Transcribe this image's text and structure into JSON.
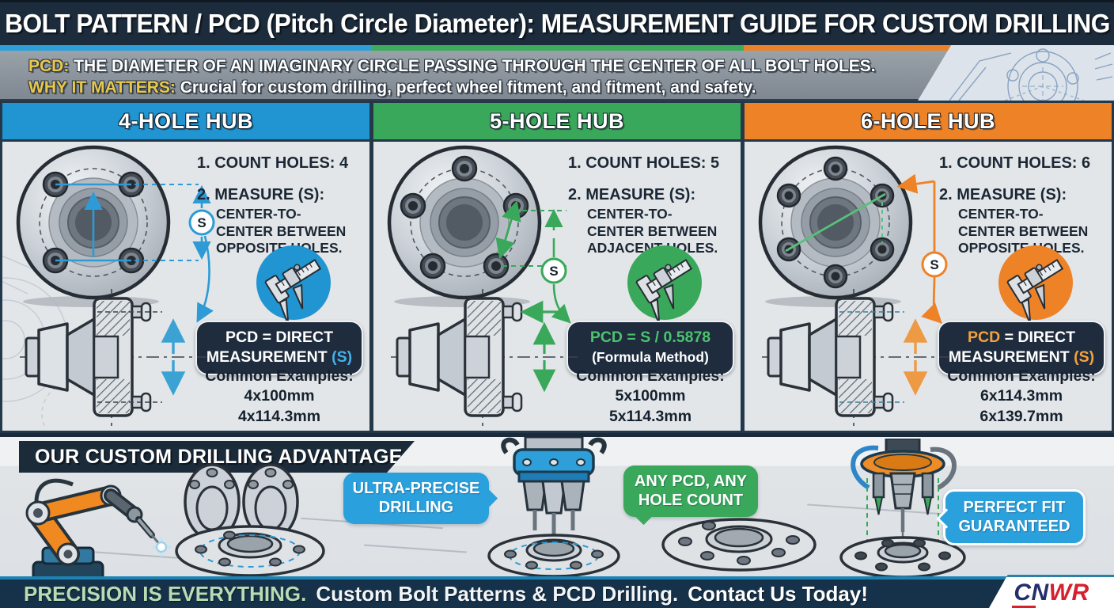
{
  "header": {
    "title": "BOLT PATTERN / PCD (Pitch Circle Diameter): MEASUREMENT GUIDE FOR CUSTOM DRILLING"
  },
  "intro": {
    "pcd_label": "PCD:",
    "pcd_text": " THE DIAMETER OF AN IMAGINARY CIRCLE PASSING THROUGH THE CENTER OF ALL BOLT HOLES.",
    "why_label": "WHY IT MATTERS:",
    "why_text": " Crucial for custom drilling, perfect wheel fitment, and fitment, and safety."
  },
  "columns": [
    {
      "title": "4-HOLE HUB",
      "step1": "1. COUNT HOLES: 4",
      "step2_title": "2. MEASURE (S):",
      "step2_body": "CENTER-TO-CENTER BETWEEN OPPOSITE HOLES.",
      "s_marker": "S",
      "f1a": "PCD = DIRECT",
      "f1b": "",
      "f2a": "MEASUREMENT ",
      "f2b": "(S)",
      "examples_title": "Common Examples:",
      "examples": [
        "4x100mm",
        "4x114.3mm"
      ]
    },
    {
      "title": "5-HOLE HUB",
      "step1": "1. COUNT HOLES: 5",
      "step2_title": "2. MEASURE (S):",
      "step2_body": "CENTER-TO-CENTER BETWEEN ADJACENT HOLES.",
      "s_marker": "S",
      "f1a": "PCD = S / 0.5878",
      "f1b": "",
      "f2a": "(Formula Method)",
      "f2b": "",
      "examples_title": "Common Examples:",
      "examples": [
        "5x100mm",
        "5x114.3mm"
      ]
    },
    {
      "title": "6-HOLE HUB",
      "step1": "1. COUNT HOLES: 6",
      "step2_title": "2. MEASURE (S):",
      "step2_body": "CENTER-TO-CENTER BETWEEN OPPOSITE HOLES.",
      "s_marker": "S",
      "f1a": "PCD",
      "f1b": " = DIRECT",
      "f2a": "MEASUREMENT ",
      "f2b": "(S)",
      "examples_title": "Common Examples:",
      "examples": [
        "6x114.3mm",
        "6x139.7mm"
      ]
    }
  ],
  "advantage": {
    "banner": "OUR CUSTOM DRILLING ADVANTAGE:",
    "bubble1": "ULTRA-PRECISE DRILLING",
    "bubble2": "ANY PCD, ANY HOLE COUNT",
    "bubble3": "PERFECT FIT GUARANTEED"
  },
  "footer": {
    "tagline_accent": "PRECISION IS EVERYTHING.",
    "tagline_main": "Custom Bolt Patterns & PCD Drilling.",
    "cta": "Contact Us Today!",
    "logo": {
      "part1": "CN",
      "part2": "WR"
    }
  },
  "icons": {
    "caliper": "caliper-icon",
    "s_badge": "s-measurement-badge",
    "robot_arm": "robot-arm-illustration",
    "drill_press": "drill-press-illustration"
  },
  "colors": {
    "navy": "#1d2c3c",
    "column_blue": "#2095d2",
    "column_green": "#3aa85a",
    "column_orange": "#ee8227",
    "accent_yellow": "#e9c94d",
    "formula_box": "#1e2c3e",
    "bubble_blue": "#2aa0dd",
    "footer_navy": "#16324a",
    "footer_green_text": "#b9dcb4",
    "logo_blue": "#232e6e",
    "logo_red": "#d81f2e"
  }
}
